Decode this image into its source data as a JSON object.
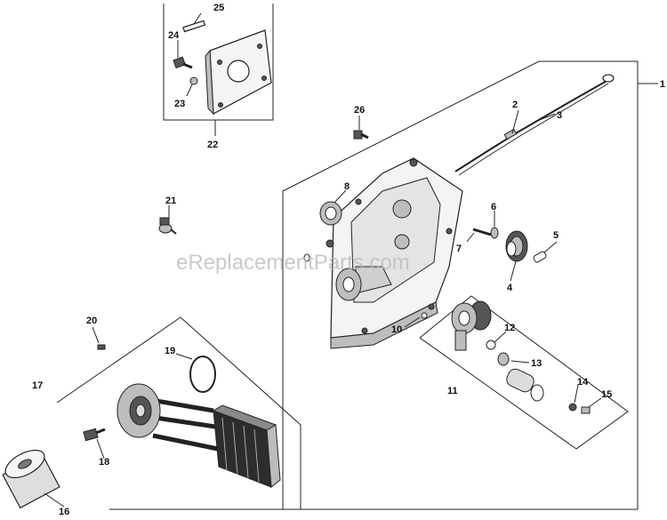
{
  "watermark": "eReplacementParts.com",
  "callouts": {
    "c1": "1",
    "c2": "2",
    "c3": "3",
    "c4": "4",
    "c5": "5",
    "c6": "6",
    "c7": "7",
    "c8": "8",
    "c10": "10",
    "c11": "11",
    "c12": "12",
    "c13": "13",
    "c14": "14",
    "c15": "15",
    "c16": "16",
    "c17": "17",
    "c18": "18",
    "c19": "19",
    "c20": "20",
    "c21": "21",
    "c22": "22",
    "c23": "23",
    "c24": "24",
    "c25": "25",
    "c26": "26"
  }
}
